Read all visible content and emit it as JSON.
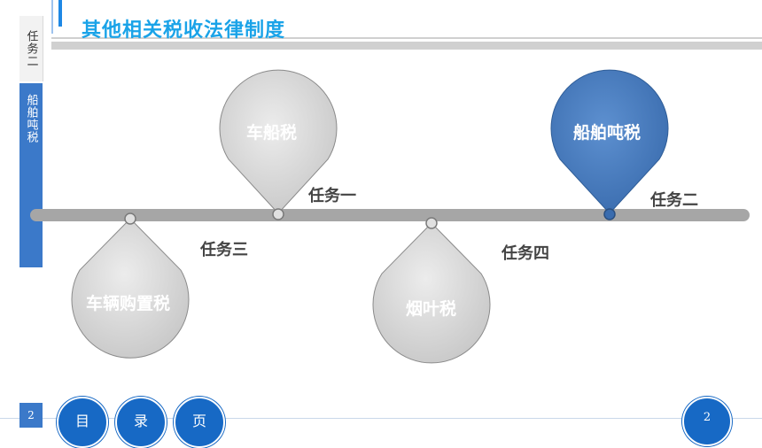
{
  "sidebar": {
    "section_label": "任务二",
    "topic_label": "船舶吨税"
  },
  "header": {
    "title": "其他相关税收法律制度"
  },
  "timeline": {
    "drops": [
      {
        "name": "车船税",
        "task": "任务一"
      },
      {
        "name": "船舶吨税",
        "task": "任务二"
      },
      {
        "name": "车辆购置税",
        "task": "任务三"
      },
      {
        "name": "烟叶税",
        "task": "任务四"
      }
    ],
    "colors": {
      "drop_gray": "#d6d6d6",
      "drop_active": "#4a7fc1",
      "line": "#a6a6a6"
    }
  },
  "footer": {
    "page_left": "2",
    "nav": [
      "目",
      "录",
      "页"
    ],
    "page_right": "2"
  }
}
